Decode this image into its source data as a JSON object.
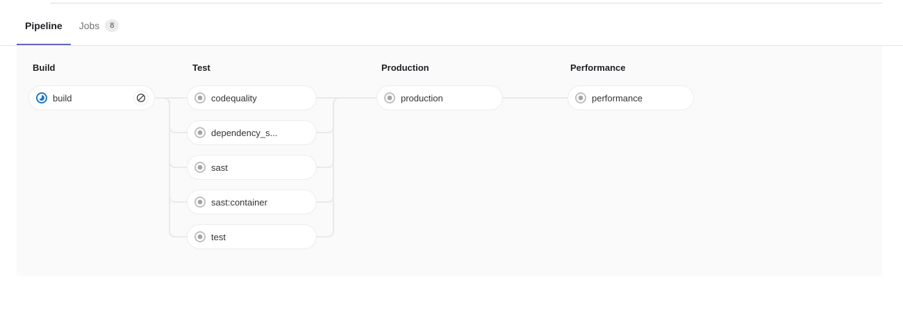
{
  "tabs": [
    {
      "label": "Pipeline",
      "badge": null,
      "active": true
    },
    {
      "label": "Jobs",
      "badge": "8",
      "active": false
    }
  ],
  "pipeline": {
    "stages": [
      {
        "name": "Build",
        "jobs": [
          {
            "name": "build",
            "status": "running",
            "status_icon": "status-running-icon",
            "action": "cancel",
            "action_icon": "cancel-icon"
          }
        ]
      },
      {
        "name": "Test",
        "jobs": [
          {
            "name": "codequality",
            "status": "created",
            "status_icon": "status-created-icon",
            "action": null,
            "action_icon": null
          },
          {
            "name": "dependency_s...",
            "status": "created",
            "status_icon": "status-created-icon",
            "action": null,
            "action_icon": null
          },
          {
            "name": "sast",
            "status": "created",
            "status_icon": "status-created-icon",
            "action": null,
            "action_icon": null
          },
          {
            "name": "sast:container",
            "status": "created",
            "status_icon": "status-created-icon",
            "action": null,
            "action_icon": null
          },
          {
            "name": "test",
            "status": "created",
            "status_icon": "status-created-icon",
            "action": null,
            "action_icon": null
          }
        ]
      },
      {
        "name": "Production",
        "jobs": [
          {
            "name": "production",
            "status": "created",
            "status_icon": "status-created-icon",
            "action": null,
            "action_icon": null
          }
        ]
      },
      {
        "name": "Performance",
        "jobs": [
          {
            "name": "performance",
            "status": "created",
            "status_icon": "status-created-icon",
            "action": null,
            "action_icon": null
          }
        ]
      }
    ]
  },
  "colors": {
    "active_tab_underline": "#6666c4",
    "status_running": "#1f75cb",
    "status_created": "#a4a3a8",
    "panel_background": "#fafafa",
    "node_border": "#ececef",
    "connector": "#e9e9e9"
  }
}
